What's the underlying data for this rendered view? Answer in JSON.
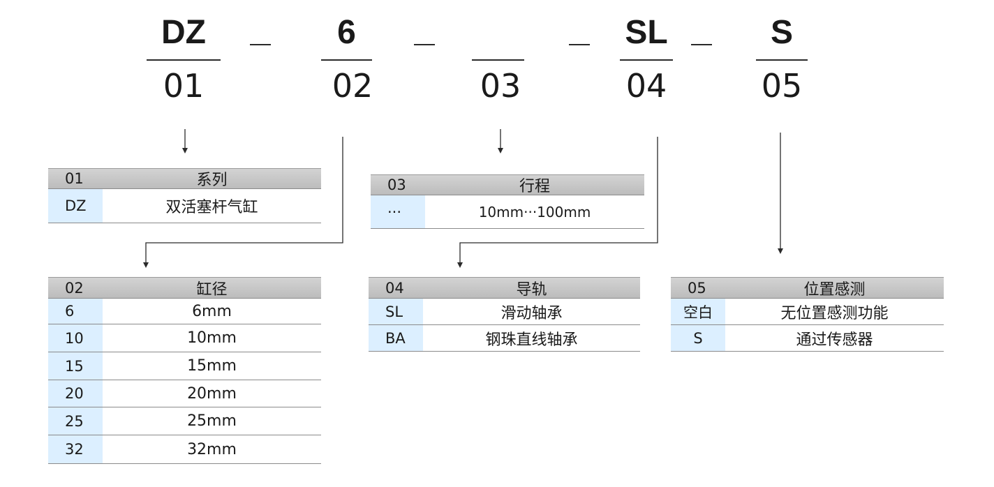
{
  "model_code": {
    "parts": [
      {
        "code": "DZ",
        "num": "01"
      },
      {
        "code": "6",
        "num": "02"
      },
      {
        "code": "",
        "num": "03"
      },
      {
        "code": "SL",
        "num": "04"
      },
      {
        "code": "S",
        "num": "05"
      }
    ]
  },
  "tables": {
    "series": {
      "header": {
        "key": "01",
        "title": "系列"
      },
      "rows": [
        {
          "key": "DZ",
          "value": "双活塞杆气缸"
        }
      ]
    },
    "bore": {
      "header": {
        "key": "02",
        "title": "缸径"
      },
      "rows": [
        {
          "key": "6",
          "value": "6mm"
        },
        {
          "key": "10",
          "value": "10mm"
        },
        {
          "key": "15",
          "value": "15mm"
        },
        {
          "key": "20",
          "value": "20mm"
        },
        {
          "key": "25",
          "value": "25mm"
        },
        {
          "key": "32",
          "value": "32mm"
        }
      ]
    },
    "stroke": {
      "header": {
        "key": "03",
        "title": "行程"
      },
      "rows": [
        {
          "key": "···",
          "value": "10mm···100mm"
        }
      ]
    },
    "guide": {
      "header": {
        "key": "04",
        "title": "导轨"
      },
      "rows": [
        {
          "key": "SL",
          "value": "滑动轴承"
        },
        {
          "key": "BA",
          "value": "钢珠直线轴承"
        }
      ]
    },
    "sensor": {
      "header": {
        "key": "05",
        "title": "位置感测"
      },
      "rows": [
        {
          "key": "空白",
          "value": "无位置感测功能"
        },
        {
          "key": "S",
          "value": "通过传感器"
        }
      ]
    }
  }
}
